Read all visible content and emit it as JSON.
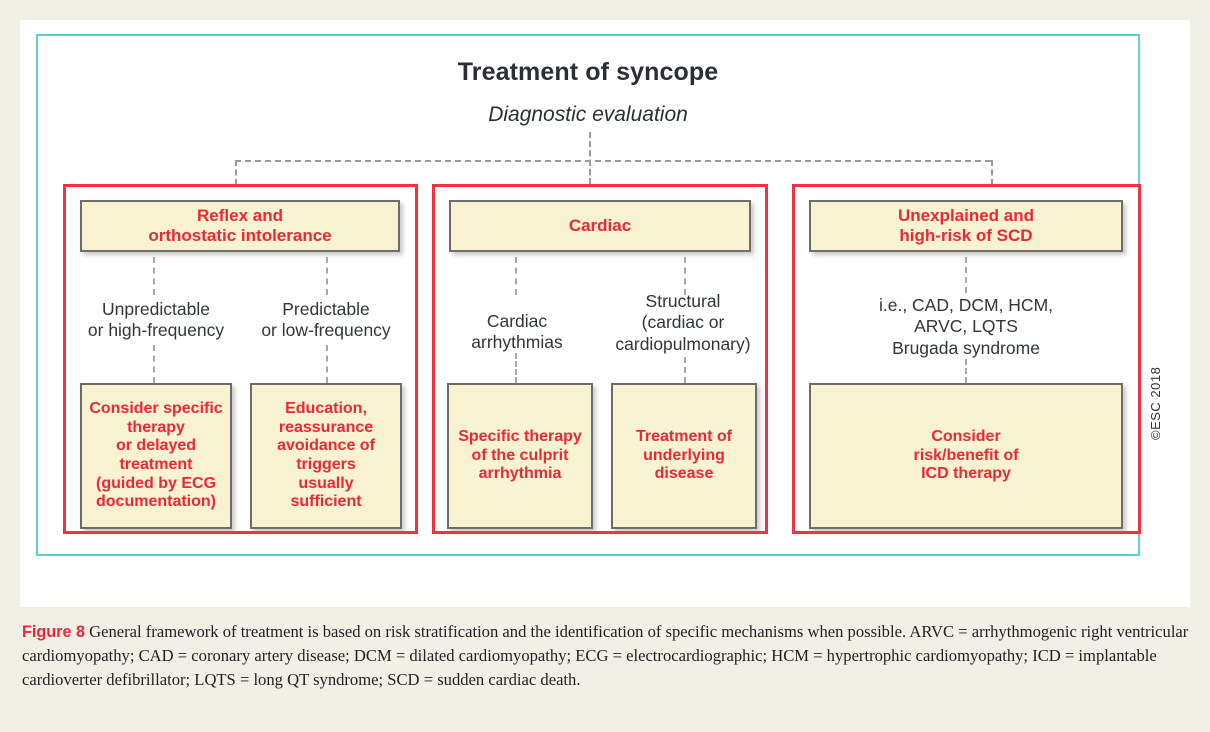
{
  "figure": {
    "title": "Treatment of syncope",
    "subtitle": "Diagnostic evaluation",
    "copyright": "©ESC 2018"
  },
  "columns": [
    {
      "id": "reflex",
      "header": "Reflex and\northostatic intolerance",
      "header_line1": "Reflex and",
      "header_line2": "orthostatic intolerance",
      "branches": [
        {
          "label_line1": "Unpredictable",
          "label_line2": "or high-frequency",
          "action": "Consider specific\ntherapy\nor delayed\ntreatment\n(guided by ECG\ndocumentation)",
          "action_lines": [
            "Consider specific",
            "therapy",
            "or delayed",
            "treatment",
            "(guided by ECG",
            "documentation)"
          ]
        },
        {
          "label_line1": "Predictable",
          "label_line2": "or low-frequency",
          "action": "Education,\nreassurance\navoidance of\ntriggers\nusually\nsufficient",
          "action_lines": [
            "Education,",
            "reassurance",
            "avoidance of",
            "triggers",
            "usually",
            "sufficient"
          ]
        }
      ]
    },
    {
      "id": "cardiac",
      "header": "Cardiac",
      "header_line1": "Cardiac",
      "header_line2": "",
      "branches": [
        {
          "label_line1": "Cardiac",
          "label_line2": "arrhythmias",
          "label_line3": "",
          "action": "Specific therapy\nof the culprit\narrhythmia",
          "action_lines": [
            "Specific therapy",
            "of the culprit",
            "arrhythmia"
          ]
        },
        {
          "label_line1": "Structural",
          "label_line2": "(cardiac or",
          "label_line3": "cardiopulmonary)",
          "action": "Treatment of\nunderlying\ndisease",
          "action_lines": [
            "Treatment of",
            "underlying",
            "disease"
          ]
        }
      ]
    },
    {
      "id": "unexplained",
      "header": "Unexplained and\nhigh-risk of SCD",
      "header_line1": "Unexplained and",
      "header_line2": "high-risk of SCD",
      "branches": [
        {
          "label_line1": "i.e., CAD, DCM, HCM,",
          "label_line2": "ARVC, LQTS",
          "label_line3": "Brugada syndrome",
          "action": "Consider\nrisk/benefit of\nICD therapy",
          "action_lines": [
            "Consider",
            "risk/benefit of",
            "ICD therapy"
          ]
        }
      ]
    }
  ],
  "caption": {
    "figure_number": "Figure 8",
    "text": " General framework of treatment is based on risk stratification and the identification of specific mechanisms when possible. ARVC = arrhythmogenic right ventricular cardiomyopathy; CAD = coronary artery disease; DCM = dilated cardiomyopathy; ECG = electrocardiographic; HCM = hypertrophic cardiomyopathy; ICD = implantable cardioverter defibrillator; LQTS = long QT syndrome; SCD = sudden cardiac death."
  },
  "colors": {
    "page_background": "#f0f0e7",
    "panel": "#ffffff",
    "frame_cyan": "#5ecfd6",
    "group_red": "#ef3340",
    "box_fill": "#faf3d1",
    "box_border": "#6d6d6d",
    "accent_text_red": "#ee2737",
    "body_text": "#32363c",
    "connector_gray": "#9a9a9a"
  }
}
